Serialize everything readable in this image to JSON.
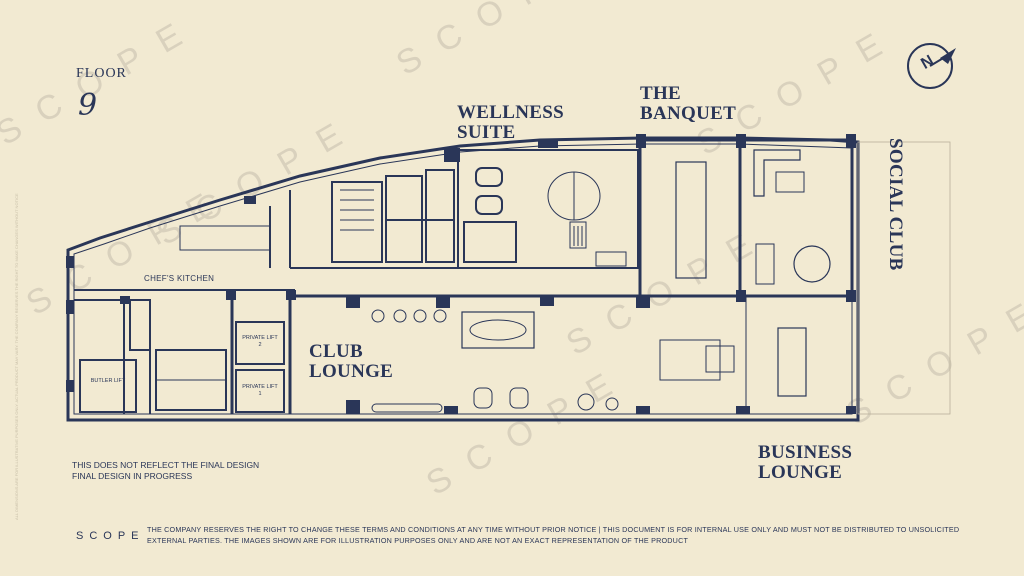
{
  "floor": {
    "label": "FLOOR",
    "number": "9"
  },
  "watermark": {
    "text": "SCOPE"
  },
  "zones": {
    "wellness_suite": "WELLNESS SUITE",
    "the_banquet": "THE BANQUET",
    "social_club": "SOCIAL CLUB",
    "club_lounge": "CLUB LOUNGE",
    "business_lounge": "BUSINESS LOUNGE"
  },
  "rooms": {
    "chefs_kitchen": "CHEF'S KITCHEN",
    "butler_lift": "BUTLER LIFT",
    "private_lift_2": "PRIVATE LIFT 2",
    "private_lift_1": "PRIVATE LIFT 1"
  },
  "notes": {
    "line1": "THIS DOES NOT REFLECT THE FINAL DESIGN",
    "line2": "FINAL DESIGN IN PROGRESS"
  },
  "footer": {
    "logo": "SCOPE",
    "disclaimer_line1": "THE COMPANY RESERVES THE RIGHT TO CHANGE THESE TERMS AND CONDITIONS AT ANY TIME WITHOUT PRIOR NOTICE | THIS DOCUMENT IS FOR INTERNAL USE ONLY AND MUST NOT BE DISTRIBUTED TO UNSOLICITED",
    "disclaimer_line2": "EXTERNAL PARTIES. THE IMAGES SHOWN ARE FOR ILLUSTRATION PURPOSES ONLY AND ARE NOT AN EXACT REPRESENTATION OF THE PRODUCT"
  },
  "compass": {
    "letter": "N",
    "icon": "north-arrow-icon"
  },
  "side_note": "ALL DIMENSIONS ARE FOR ILLUSTRATIVE PURPOSES ONLY. ACTUAL PRODUCT MAY VARY. THE COMPANY RESERVES THE RIGHT TO MAKE CHANGES WITHOUT NOTICE",
  "colors": {
    "background": "#f2ead2",
    "ink": "#2a3658",
    "watermark": "#d9d1bd"
  }
}
